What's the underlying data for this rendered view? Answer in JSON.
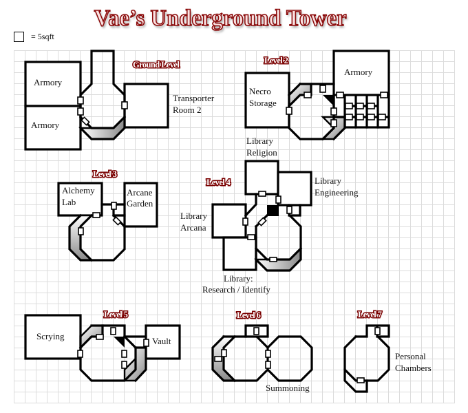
{
  "title": "Vae’s Underground Tower",
  "legend": {
    "scale_label": "= 5sqft",
    "icon": "grid-square-icon"
  },
  "colors": {
    "title_fill": "#fbe3e3",
    "title_outline": "#8a0a0a",
    "wall": "#000000",
    "grid": "#dcdcdc"
  },
  "levels": [
    {
      "id": "ground",
      "label": "Ground Level",
      "rooms": [
        "Armory",
        "Armory",
        "Transporter Room 2"
      ]
    },
    {
      "id": "level2",
      "label": "Level 2",
      "rooms": [
        "Necro Storage",
        "Armory"
      ]
    },
    {
      "id": "level3",
      "label": "Level 3",
      "rooms": [
        "Alchemy Lab",
        "Arcane Garden"
      ]
    },
    {
      "id": "level4",
      "label": "Level 4",
      "rooms": [
        "Library Religion",
        "Library Engineering",
        "Library Arcana",
        "Library: Research / Identify"
      ]
    },
    {
      "id": "level5",
      "label": "Level 5",
      "rooms": [
        "Scrying",
        "Vault"
      ]
    },
    {
      "id": "level6",
      "label": "Level 6",
      "rooms": [
        "Summoning"
      ]
    },
    {
      "id": "level7",
      "label": "Level 7",
      "rooms": [
        "Personal Chambers"
      ]
    }
  ],
  "labels": {
    "ground_armory_1": "Armory",
    "ground_armory_2": "Armory",
    "ground_transporter_1": "Transporter",
    "ground_transporter_2": "Room 2",
    "l2_necro_1": "Necro",
    "l2_necro_2": "Storage",
    "l2_armory": "Armory",
    "l3_alchemy_1": "Alchemy",
    "l3_alchemy_2": "Lab",
    "l3_arcane_1": "Arcane",
    "l3_arcane_2": "Garden",
    "l4_religion_1": "Library",
    "l4_religion_2": "Religion",
    "l4_engineering_1": "Library",
    "l4_engineering_2": "Engineering",
    "l4_arcana_1": "Library",
    "l4_arcana_2": "Arcana",
    "l4_research_1": "Library:",
    "l4_research_2": "Research / Identify",
    "l5_scrying": "Scrying",
    "l5_vault": "Vault",
    "l6_summoning": "Summoning",
    "l7_personal_1": "Personal",
    "l7_personal_2": "Chambers"
  }
}
